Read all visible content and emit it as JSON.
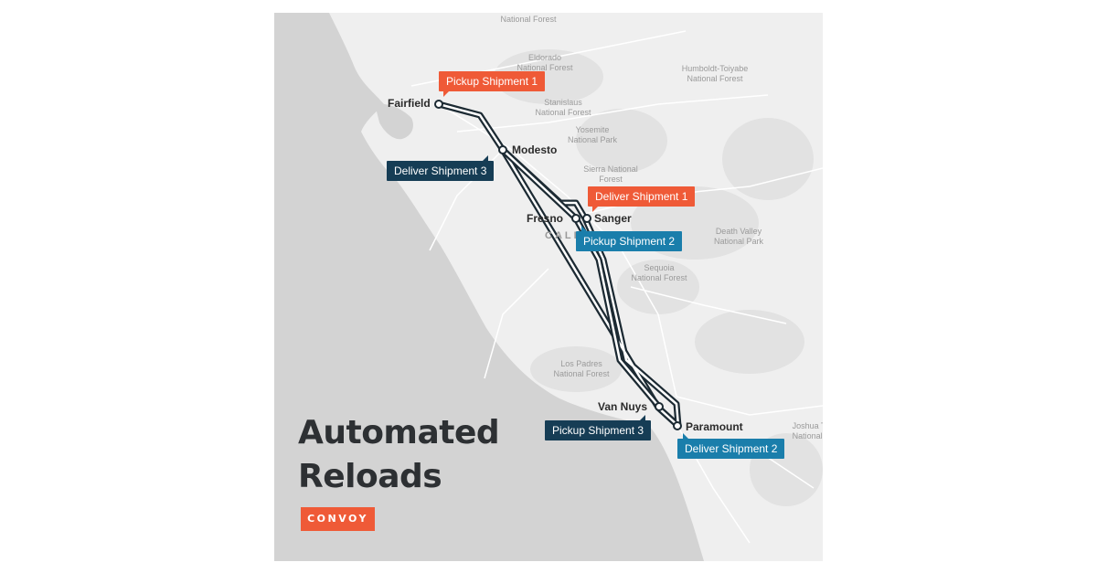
{
  "places": {
    "national_forest_top": "National Forest",
    "eldorado": "Eldorado\nNational Forest",
    "humboldt": "Humboldt-Toiyabe\nNational Forest",
    "stanislaus": "Stanislaus\nNational Forest",
    "yosemite": "Yosemite\nNational Park",
    "sierra": "Sierra National\nForest",
    "death_valley": "Death Valley\nNational Park",
    "sequoia": "Sequoia\nNational Forest",
    "los_padres": "Los Padres\nNational Forest",
    "joshua": "Joshua T\nNational"
  },
  "state_label": "CALI",
  "cities": {
    "fairfield": "Fairfield",
    "modesto": "Modesto",
    "fresno": "Fresno",
    "sanger": "Sanger",
    "van_nuys": "Van Nuys",
    "paramount": "Paramount"
  },
  "tags": {
    "pickup_1": "Pickup Shipment 1",
    "deliver_3": "Deliver Shipment 3",
    "deliver_1": "Deliver Shipment 1",
    "pickup_2": "Pickup Shipment 2",
    "pickup_3": "Pickup Shipment 3",
    "deliver_2": "Deliver Shipment 2"
  },
  "colors": {
    "shipment_1": "#ef5a37",
    "shipment_3": "#163d55",
    "shipment_2": "#1a7eab",
    "route": "#1c2a33"
  },
  "headline": {
    "line1": "Automated",
    "line2": "Reloads"
  },
  "logo": "CONVOY"
}
